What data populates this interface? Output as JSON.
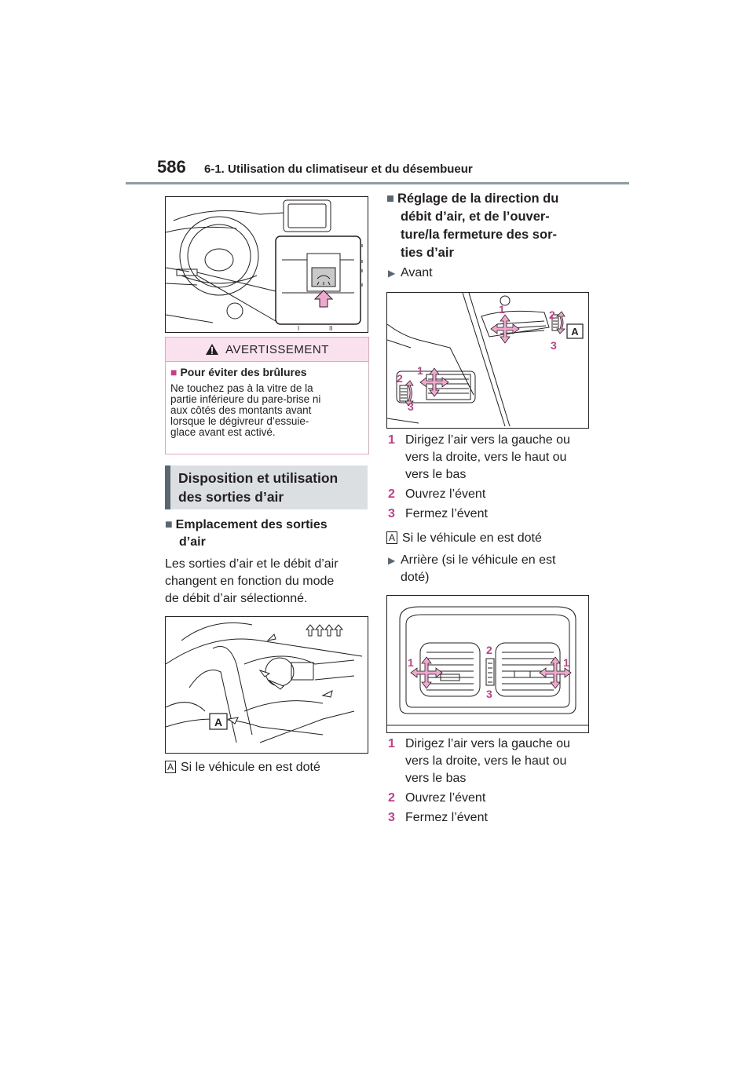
{
  "header": {
    "page_number": "586",
    "section_title": "6-1. Utilisation du climatiseur et du désembueur"
  },
  "warning": {
    "title": "AVERTISSEMENT",
    "subtitle": "Pour éviter des brûlures",
    "text_lines": [
      "Ne touchez pas à la vitre de la",
      "partie inférieure du pare-brise ni",
      "aux côtés des montants avant",
      "lorsque le dégivreur d’essuie-",
      "glace avant est activé."
    ]
  },
  "section": {
    "title_lines": [
      "Disposition et utilisation",
      "des sorties d’air"
    ]
  },
  "left": {
    "subheading_lines": [
      "Emplacement des sorties",
      "d’air"
    ],
    "para_lines": [
      "Les sorties d’air et le débit d’air",
      "changent en fonction du mode",
      "de débit d’air sélectionné."
    ],
    "figure_label": "A",
    "note_letter": "A",
    "note_text": "Si le véhicule en est doté"
  },
  "right": {
    "subheading_lines": [
      "Réglage de la direction du",
      "débit d’air, et de l’ouver-",
      "ture/la fermeture des sor-",
      "ties d’air"
    ],
    "front_label": "Avant",
    "front_figure_labels": {
      "n1": "1",
      "n2": "2",
      "n3": "3",
      "a": "A"
    },
    "front_items": [
      {
        "num": "1",
        "lines": [
          "Dirigez l’air vers la gauche ou",
          "vers la droite, vers le haut ou",
          "vers le bas"
        ]
      },
      {
        "num": "2",
        "lines": [
          "Ouvrez l’évent"
        ]
      },
      {
        "num": "3",
        "lines": [
          "Fermez l’évent"
        ]
      }
    ],
    "note_letter": "A",
    "note_text": "Si le véhicule en est doté",
    "rear_label_lines": [
      "Arrière (si le véhicule en est",
      "doté)"
    ],
    "rear_figure_labels": {
      "n1": "1",
      "n2": "2",
      "n3": "3"
    },
    "rear_items": [
      {
        "num": "1",
        "lines": [
          "Dirigez l’air vers la gauche ou",
          "vers la droite, vers le haut ou",
          "vers le bas"
        ]
      },
      {
        "num": "2",
        "lines": [
          "Ouvrez l’évent"
        ]
      },
      {
        "num": "3",
        "lines": [
          "Fermez l’évent"
        ]
      }
    ]
  },
  "colors": {
    "accent": "#c2408a",
    "rule": "#8f9ea6",
    "warn_bg": "#f9e1ee",
    "section_bg": "#dcdfe1"
  }
}
